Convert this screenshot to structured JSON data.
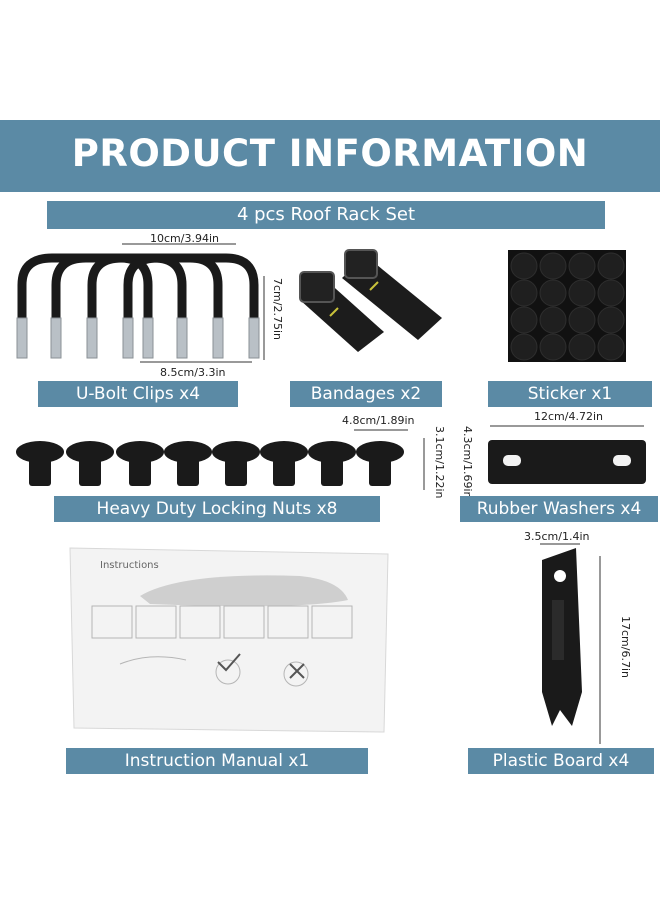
{
  "banner": {
    "title": "PRODUCT INFORMATION"
  },
  "subtitle": "4 pcs Roof Rack Set",
  "items": {
    "u_bolt": {
      "label": "U-Bolt Clips x4",
      "dim_top": "10cm/3.94in",
      "dim_side": "7cm/2.75in",
      "dim_bottom": "8.5cm/3.3in"
    },
    "bandages": {
      "label": "Bandages x2"
    },
    "sticker": {
      "label": "Sticker x1"
    },
    "nuts": {
      "label": "Heavy Duty Locking Nuts x8",
      "dim_top": "4.8cm/1.89in",
      "dim_side": "3.1cm/1.22in"
    },
    "washers": {
      "label": "Rubber Washers x4",
      "dim_top": "12cm/4.72in",
      "dim_side": "4.3cm/1.69in"
    },
    "manual": {
      "label": "Instruction Manual x1",
      "heading": "Instructions"
    },
    "board": {
      "label": "Plastic Board x4",
      "dim_top": "3.5cm/1.4in",
      "dim_side": "17cm/6.7in"
    }
  },
  "colors": {
    "label_bg": "#5b8aa5",
    "label_text": "#ffffff",
    "product": "#1a1a1a",
    "metal": "#b9c0c6"
  }
}
